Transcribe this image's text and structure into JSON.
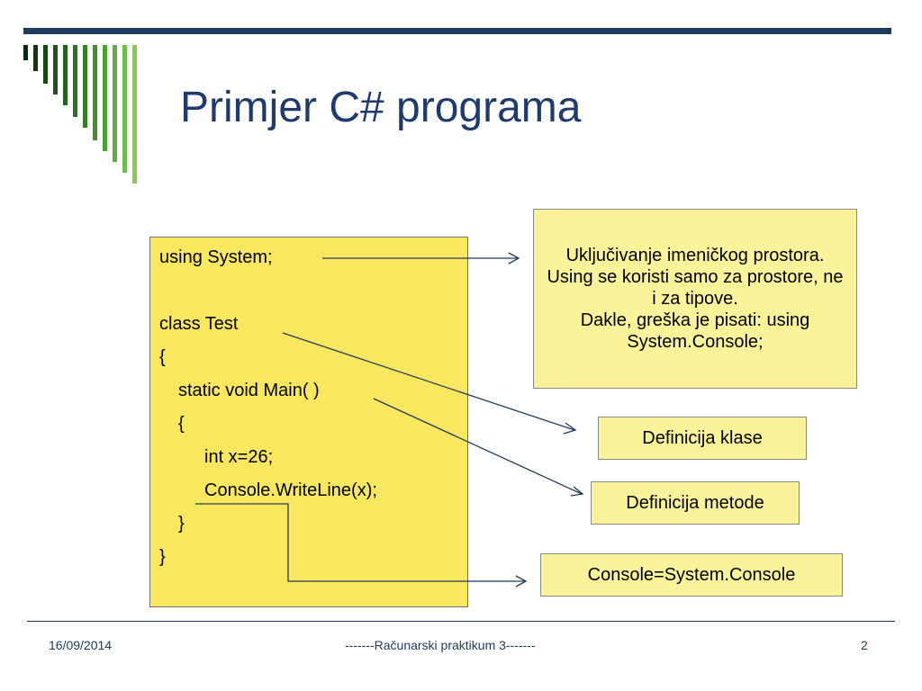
{
  "slide": {
    "title": "Primjer C# programa"
  },
  "code": {
    "lines": [
      "using System;",
      "class Test",
      "{",
      "static void Main( )",
      "{",
      "int x=26;",
      "Console.WriteLine(x);",
      "}",
      "}"
    ]
  },
  "callouts": {
    "namespace": "Uključivanje imeničkog prostora. Using se koristi samo za prostore, ne i za tipove.\nDakle, greška je pisati: using System.Console;",
    "class_def": "Definicija klase",
    "method_def": "Definicija metode",
    "console_alias": "Console=System.Console"
  },
  "footer": {
    "date": "16/09/2014",
    "center": "-------Računarski praktikum 3-------",
    "page": "2"
  },
  "colors": {
    "title": "#1f3b6e",
    "rule": "#1f3b5c",
    "code_box": "#f9e85f",
    "callout_box": "#faf39a",
    "arrows": "#1f3b5c"
  }
}
